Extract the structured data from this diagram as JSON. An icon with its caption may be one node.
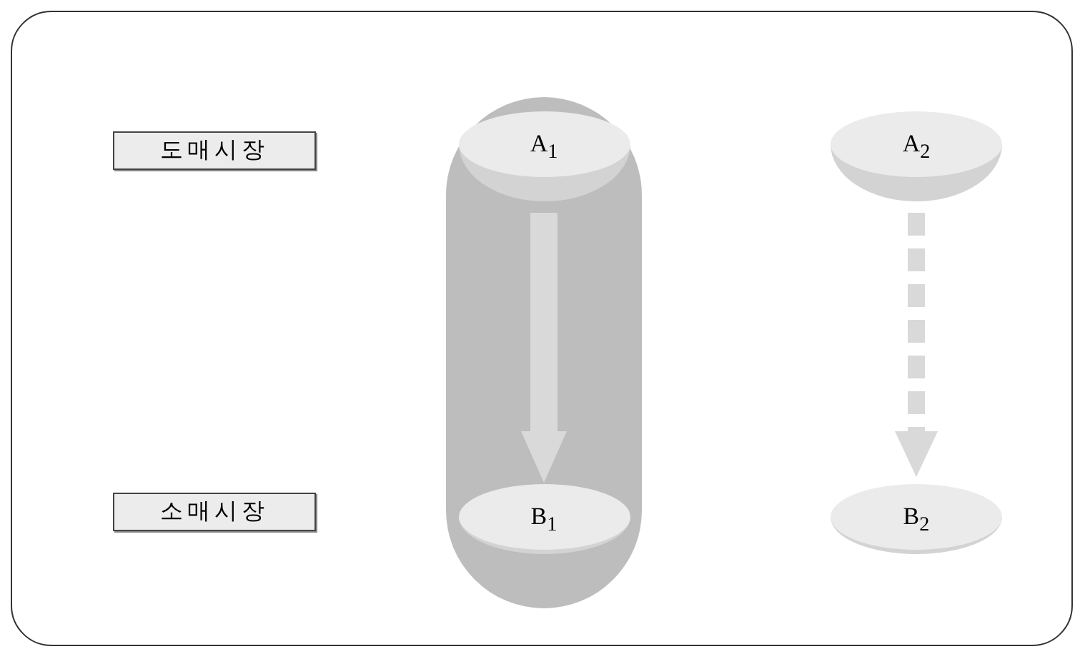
{
  "diagram": {
    "nodes": [
      {
        "text": [
          "도매시장"
        ]
      },
      {
        "text": [],
        "shape": "capsule"
      },
      {
        "text": [
          "A$_{1}$"
        ],
        "in": 1
      },
      {
        "text": [
          "A$_{2}$"
        ]
      },
      {
        "text": [
          "소매시장"
        ]
      },
      {
        "text": [
          "B$_{1}$"
        ],
        "in": 1
      },
      {
        "text": [
          "B$_{2}$"
        ]
      }
    ],
    "edges": [
      {
        "from": 2,
        "to": 5,
        "arrow": "to"
      },
      {
        "from": 3,
        "to": 6,
        "arrow": "to",
        "style": "dashed"
      }
    ]
  }
}
